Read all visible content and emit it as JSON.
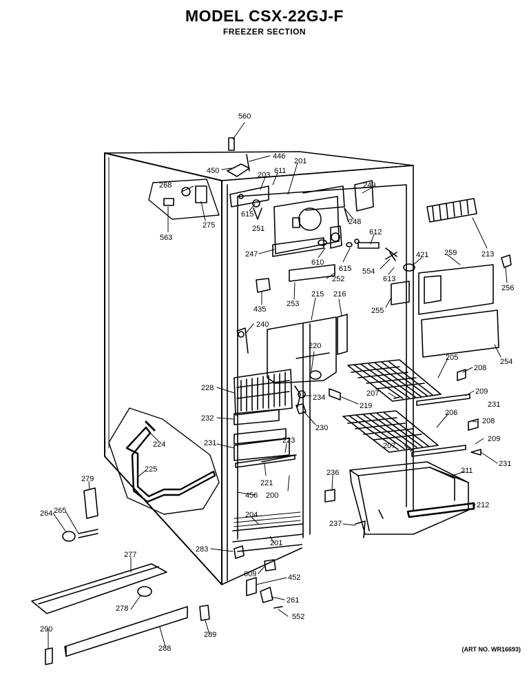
{
  "header": {
    "title": "MODEL CSX-22GJ-F",
    "subtitle": "FREEZER SECTION"
  },
  "footer": {
    "art_number": "(ART NO. WR16693)"
  },
  "callouts": [
    {
      "id": "c560",
      "label": "560"
    },
    {
      "id": "c446",
      "label": "446"
    },
    {
      "id": "c450",
      "label": "450"
    },
    {
      "id": "c203",
      "label": "203"
    },
    {
      "id": "c611",
      "label": "611"
    },
    {
      "id": "c201a",
      "label": "201"
    },
    {
      "id": "c268",
      "label": "268"
    },
    {
      "id": "c249",
      "label": "249"
    },
    {
      "id": "c275",
      "label": "275"
    },
    {
      "id": "c615a",
      "label": "615"
    },
    {
      "id": "c251",
      "label": "251"
    },
    {
      "id": "c248",
      "label": "248"
    },
    {
      "id": "c563",
      "label": "563"
    },
    {
      "id": "c612",
      "label": "612"
    },
    {
      "id": "c213",
      "label": "213"
    },
    {
      "id": "c247",
      "label": "247"
    },
    {
      "id": "c610",
      "label": "610"
    },
    {
      "id": "c615b",
      "label": "615"
    },
    {
      "id": "c554",
      "label": "554"
    },
    {
      "id": "c421",
      "label": "421"
    },
    {
      "id": "c259",
      "label": "259"
    },
    {
      "id": "c613",
      "label": "613"
    },
    {
      "id": "c252",
      "label": "252"
    },
    {
      "id": "c256",
      "label": "256"
    },
    {
      "id": "c435",
      "label": "435"
    },
    {
      "id": "c253",
      "label": "253"
    },
    {
      "id": "c215",
      "label": "215"
    },
    {
      "id": "c216",
      "label": "216"
    },
    {
      "id": "c255",
      "label": "255"
    },
    {
      "id": "c240",
      "label": "240"
    },
    {
      "id": "c220",
      "label": "220"
    },
    {
      "id": "c205",
      "label": "205"
    },
    {
      "id": "c254",
      "label": "254"
    },
    {
      "id": "c208a",
      "label": "208"
    },
    {
      "id": "c228",
      "label": "228"
    },
    {
      "id": "c234",
      "label": "234"
    },
    {
      "id": "c207a",
      "label": "207"
    },
    {
      "id": "c209a",
      "label": "209"
    },
    {
      "id": "c219",
      "label": "219"
    },
    {
      "id": "c231a",
      "label": "231"
    },
    {
      "id": "c206",
      "label": "206"
    },
    {
      "id": "c232",
      "label": "232"
    },
    {
      "id": "c230",
      "label": "230"
    },
    {
      "id": "c208b",
      "label": "208"
    },
    {
      "id": "c224",
      "label": "224"
    },
    {
      "id": "c223",
      "label": "223"
    },
    {
      "id": "c231b",
      "label": "231"
    },
    {
      "id": "c207b",
      "label": "207"
    },
    {
      "id": "c209b",
      "label": "209"
    },
    {
      "id": "c231c",
      "label": "231"
    },
    {
      "id": "c225",
      "label": "225"
    },
    {
      "id": "c221",
      "label": "221"
    },
    {
      "id": "c211",
      "label": "211"
    },
    {
      "id": "c236",
      "label": "236"
    },
    {
      "id": "c279",
      "label": "279"
    },
    {
      "id": "c456",
      "label": "456"
    },
    {
      "id": "c200",
      "label": "200"
    },
    {
      "id": "c212",
      "label": "212"
    },
    {
      "id": "c264",
      "label": "264"
    },
    {
      "id": "c265",
      "label": "265"
    },
    {
      "id": "c204",
      "label": "204"
    },
    {
      "id": "c237",
      "label": "237"
    },
    {
      "id": "c201b",
      "label": "201"
    },
    {
      "id": "c283",
      "label": "283"
    },
    {
      "id": "c277",
      "label": "277"
    },
    {
      "id": "c609",
      "label": "609"
    },
    {
      "id": "c452",
      "label": "452"
    },
    {
      "id": "c261",
      "label": "261"
    },
    {
      "id": "c278",
      "label": "278"
    },
    {
      "id": "c552",
      "label": "552"
    },
    {
      "id": "c290",
      "label": "290"
    },
    {
      "id": "c289",
      "label": "289"
    },
    {
      "id": "c288",
      "label": "288"
    }
  ]
}
